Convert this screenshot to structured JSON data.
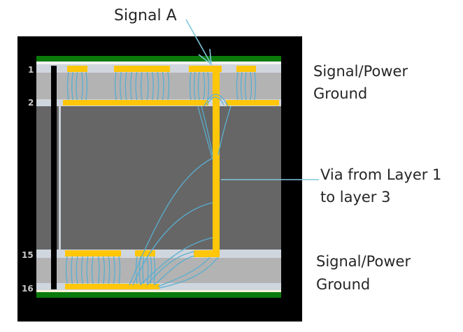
{
  "diagram": {
    "title_callout": "Signal A",
    "layer_numbers": [
      "1",
      "2",
      "15",
      "16"
    ],
    "annotations": {
      "top_layer_pair": [
        "Signal/Power",
        "Ground"
      ],
      "via": [
        "Via from Layer 1",
        "to layer 3"
      ],
      "bottom_layer_pair": [
        "Signal/Power",
        "Ground"
      ]
    },
    "colors": {
      "frame": "#000000",
      "solder_mask": "#0a7a0a",
      "copper": "#ffc60a",
      "core_dielectric": "#666666",
      "prepreg": "#b3b3b3",
      "copper_layer_bg": "#d0d6de",
      "field_lines": "#5aaed0",
      "callout_line": "#7fc8dc"
    }
  }
}
